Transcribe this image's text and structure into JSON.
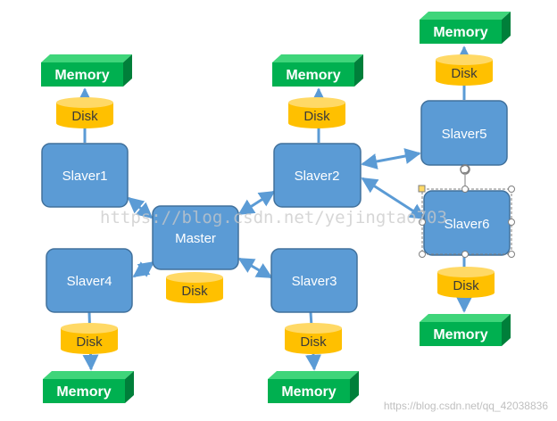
{
  "diagram": {
    "nodes": {
      "master": "Master",
      "slaver1": "Slaver1",
      "slaver2": "Slaver2",
      "slaver3": "Slaver3",
      "slaver4": "Slaver4",
      "slaver5": "Slaver5",
      "slaver6": "Slaver6"
    },
    "disk_label": "Disk",
    "memory_label": "Memory",
    "colors": {
      "node_fill": "#5b9bd5",
      "node_stroke": "#41719c",
      "disk_fill": "#ffc000",
      "memory_fill": "#00b050",
      "arrow": "#5b9bd5"
    }
  },
  "watermark": {
    "center": "https://blog.csdn.net/yejingtao703",
    "corner": "https://blog.csdn.net/qq_42038836"
  }
}
